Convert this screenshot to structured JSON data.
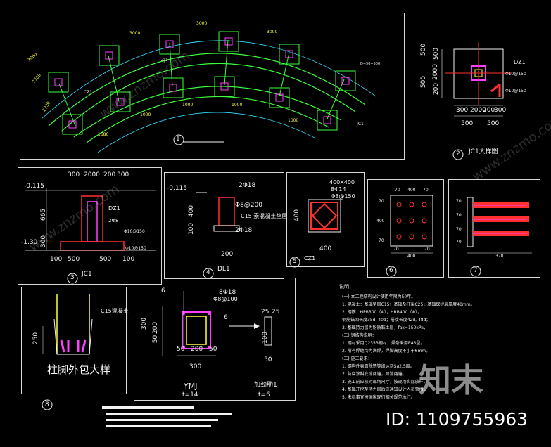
{
  "colors": {
    "bg": "#000000",
    "frame": "#d8d8d8",
    "green": "#3cff3c",
    "yellow": "#ffff40",
    "cyan": "#33e0ff",
    "red": "#ff3030",
    "magenta": "#ff40ff",
    "white": "#f2f2f2"
  },
  "plan": {
    "caption_num": "1",
    "dims_top": [
      "3000",
      "3000",
      "3000"
    ],
    "label_z": "ZJ1",
    "label_c": "CZ1",
    "label_j": "JC1",
    "dims_left": [
      "2230",
      "2780",
      "3000"
    ],
    "dims_bottom": [
      "1680",
      "1000",
      "1000",
      "1000",
      "1000"
    ],
    "note": "D=50=500"
  },
  "jc1plan": {
    "caption_num": "2",
    "caption": "JC1大样图",
    "d_left": [
      "500",
      "500"
    ],
    "d_left2": [
      "500",
      "2000",
      "200"
    ],
    "d_bottom": [
      "300",
      "2000",
      "200",
      "300"
    ],
    "d_bottom2": [
      "500",
      "500"
    ],
    "tag1": "DZ1",
    "tag2": "Φ10@150",
    "tag3": "Φ10@150"
  },
  "jc1sec": {
    "caption_num": "3",
    "caption": "JC1",
    "level1": "-0.115",
    "level2": "-1.30",
    "d_top": [
      "300",
      "2000",
      "200",
      "300"
    ],
    "d_left": [
      "665",
      "300"
    ],
    "d_bot": [
      "100",
      "500",
      "500",
      "100"
    ],
    "tag": "DZ1",
    "tag2": "2Φ8",
    "tag3": "Φ10@150",
    "tag4": "Φ10@150"
  },
  "dl1": {
    "caption_num": "4",
    "caption": "DL1",
    "level": "-0.115",
    "top": "2Φ18",
    "stir": "Φ8@200",
    "conc": "C15 素混凝土垫层",
    "bot": "2Φ18",
    "d_left": [
      "100",
      "400"
    ],
    "d_bot": "200"
  },
  "cz1": {
    "caption_num": "5",
    "caption": "CZ1",
    "d_top": "400X400",
    "bars": "8Φ14",
    "stir": "Φ8@150",
    "d_left": "400",
    "d_bot": "400"
  },
  "d6": {
    "caption_num": "6",
    "d_top": [
      "70",
      "400",
      "70"
    ],
    "d_left": [
      "70",
      "400",
      "70"
    ],
    "d_bot": [
      "70",
      "400",
      "70"
    ]
  },
  "d7": {
    "caption_num": "7",
    "d_left": [
      "70",
      "70",
      "70",
      "70"
    ],
    "d_bot": "370"
  },
  "base8": {
    "caption_num": "8",
    "height": "250",
    "conc": "C15混凝土",
    "title": "柱脚外包大样"
  },
  "ymj": {
    "bars": "8Φ18",
    "stir": "Φ8@100",
    "tag6a": "6",
    "tag6b": "6",
    "d_left": [
      "300",
      "200",
      "50"
    ],
    "d_bot": [
      "50",
      "200",
      "50"
    ],
    "d_bot2": "300",
    "label": "YMJ",
    "t": "t=14",
    "rib": "加劲肋1",
    "rib_t": "t=6",
    "rib_d": [
      "25",
      "25"
    ],
    "rib_d2": "100",
    "rib_bot": "50"
  },
  "notes": {
    "title": "说明：",
    "lines": [
      "(一) 本工程结构设计使用年限为50年。",
      "1. 混凝土：基础垫层C15；基础及柱梁C25；基础保护层厚度40mm。",
      "2. 钢筋：HPB300（Φ）；HRB400（Φ）；",
      "   钢筋锚固长度35d, 40d；搭接长度42d, 48d；",
      "3. 基础持力层为粉质黏土层，fak=150kPa，",
      "(二) 钢结构说明：",
      "1. 钢材采用Q235B钢材，焊条采用E43型。",
      "2. 所有焊缝均为满焊，焊脚高度不小于6mm。",
      "(三) 施工要求：",
      "1. 钢构件表面除锈等级达到Sa2.5级。",
      "2. 防腐涂料底漆两遍，面漆两遍。",
      "3. 施工前应核对现场尺寸，按现场实际放样。",
      "4. 基础开挖至持力层后应通知设计人员验槽。",
      "5. 未尽事宜按国家现行相关规范执行。"
    ]
  },
  "watermark": {
    "brand": "知末",
    "id": "ID: 1109755963",
    "site": "www.znzmo.com"
  }
}
